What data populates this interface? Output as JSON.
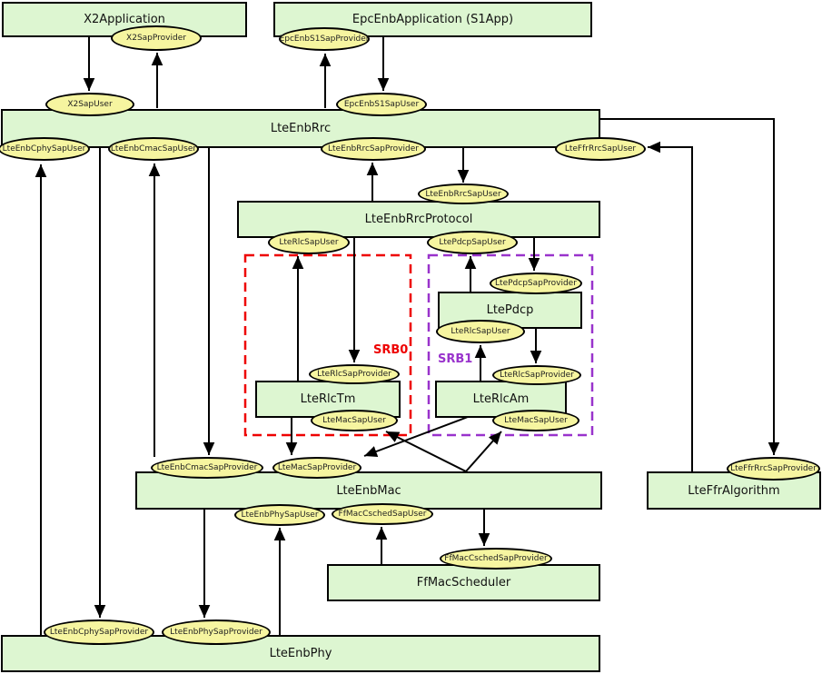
{
  "boxes": {
    "x2app": {
      "label": "X2Application"
    },
    "epcapp": {
      "label": "EpcEnbApplication (S1App)"
    },
    "rrc": {
      "label": "LteEnbRrc"
    },
    "rrcprotocol": {
      "label": "LteEnbRrcProtocol"
    },
    "pdcp": {
      "label": "LtePdcp"
    },
    "rlctm": {
      "label": "LteRlcTm"
    },
    "rlcam": {
      "label": "LteRlcAm"
    },
    "mac": {
      "label": "LteEnbMac"
    },
    "ffr": {
      "label": "LteFfrAlgorithm"
    },
    "sched": {
      "label": "FfMacScheduler"
    },
    "phy": {
      "label": "LteEnbPhy"
    }
  },
  "ellipses": {
    "x2sapprovider": {
      "label": "X2SapProvider"
    },
    "epcenbs1sapprovider": {
      "label": "EpcEnbS1SapProvider"
    },
    "x2sapuser": {
      "label": "X2SapUser"
    },
    "epcenbs1sapuser": {
      "label": "EpcEnbS1SapUser"
    },
    "lteenbcphysapuser": {
      "label": "LteEnbCphySapUser"
    },
    "lteenbcmacsapuser": {
      "label": "LteEnbCmacSapUser"
    },
    "lteenbrrcsapprovider": {
      "label": "LteEnbRrcSapProvider"
    },
    "lteffrrrcsapuser": {
      "label": "LteFfrRrcSapUser"
    },
    "lteenbrrcsapuser": {
      "label": "LteEnbRrcSapUser"
    },
    "ltericsapuser_srb0": {
      "label": "LteRlcSapUser"
    },
    "ltepdcpsapuser": {
      "label": "LtePdcpSapUser"
    },
    "ltepdcpsapprovider": {
      "label": "LtePdcpSapProvider"
    },
    "ltericsapuser_srb1": {
      "label": "LteRlcSapUser"
    },
    "ltericsapprovider_srb0": {
      "label": "LteRlcSapProvider"
    },
    "ltericsapprovider_srb1": {
      "label": "LteRlcSapProvider"
    },
    "ltemacsapuser_tm": {
      "label": "LteMacSapUser"
    },
    "ltemacsapuser_am": {
      "label": "LteMacSapUser"
    },
    "lteenbcmacsapprovider": {
      "label": "LteEnbCmacSapProvider"
    },
    "ltemacsapprovider": {
      "label": "LteMacSapProvider"
    },
    "lteenbphysapuser": {
      "label": "LteEnbPhySapUser"
    },
    "ffmaccschedsapuser": {
      "label": "FfMacCschedSapUser"
    },
    "ffmaccschedsapprovider": {
      "label": "FfMacCschedSapProvider"
    },
    "lteenbcphysapprovider": {
      "label": "LteEnbCphySapProvider"
    },
    "lteenbphysapprovider": {
      "label": "LteEnbPhySapProvider"
    },
    "lteffrrrcsapprovider": {
      "label": "LteFfrRrcSapProvider"
    }
  },
  "annotations": {
    "srb0": "SRB0",
    "srb1": "SRB1"
  },
  "colors": {
    "box_fill": "#ddf6d1",
    "ellipse_fill": "#f6f5a0",
    "border": "#000000",
    "srb0_outline": "#ee0000",
    "srb1_outline": "#9933cc",
    "background": "#ffffff"
  }
}
